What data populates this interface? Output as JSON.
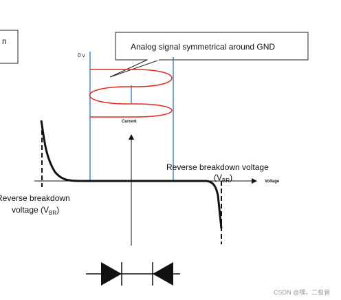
{
  "partial_box_text": "n",
  "callout": {
    "text": "Analog signal symmetrical around GND"
  },
  "zero_volt_label": "0 v",
  "current_label": "Current",
  "voltage_label": "Voltage",
  "reverse_breakdown_right": {
    "line1": "Reverse breakdown voltage",
    "prefix": "(V",
    "sub": "BR",
    "suffix": ")"
  },
  "reverse_breakdown_left": {
    "line1": "Reverse breakdown",
    "line2_prefix": "voltage (V",
    "line2_sub": "BR",
    "line2_suffix": ")"
  },
  "watermark": "CSDN @嘿，二极管",
  "colors": {
    "signal": "#e8261f",
    "guide_lines": "#2a73c9",
    "curve": "#111111"
  },
  "icons": [
    "arrow-up",
    "arrow-right",
    "tvs-diode-symbol"
  ]
}
